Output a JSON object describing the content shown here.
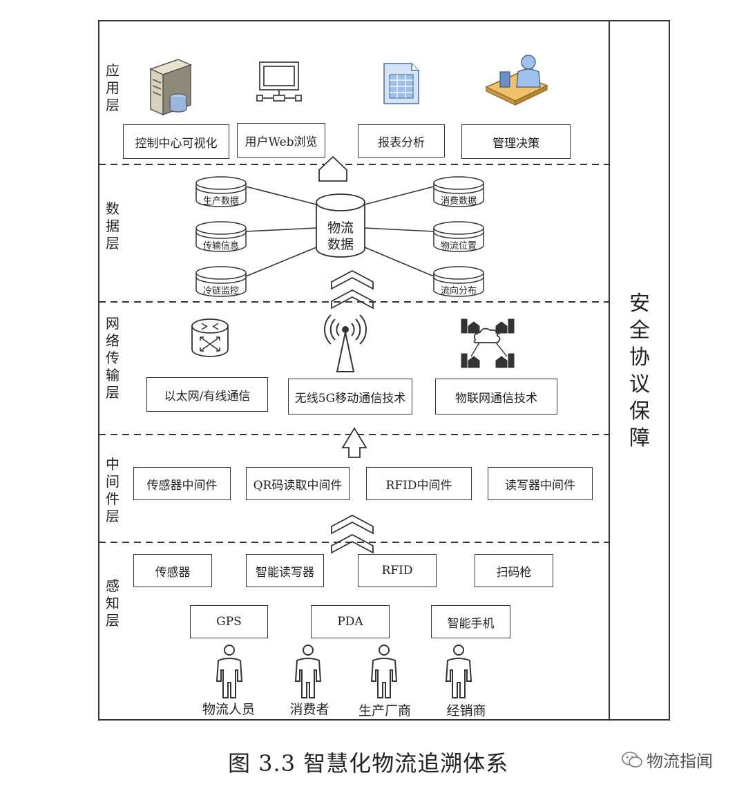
{
  "layers": {
    "application": "应\n用\n层",
    "data": "数\n据\n层",
    "network": "网\n络\n传\n输\n层",
    "middleware": "中\n间\n件\n层",
    "perception": "感\n知\n层"
  },
  "security": "安\n全\n协\n议\n保\n障",
  "application_boxes": [
    "控制中心可视化",
    "用户Web浏览",
    "报表分析",
    "管理决策"
  ],
  "data_center": "物流\n数据",
  "data_left": [
    "生产数据",
    "传输信息",
    "冷链监控"
  ],
  "data_right": [
    "消费数据",
    "物流位置",
    "流向分布"
  ],
  "network_boxes": [
    "以太网/有线通信",
    "无线5G移动通信技术",
    "物联网通信技术"
  ],
  "middleware_boxes": [
    "传感器中间件",
    "QR码读取中间件",
    "RFID中间件",
    "读写器中间件"
  ],
  "perception_row1": [
    "传感器",
    "智能读写器",
    "RFID",
    "扫码枪"
  ],
  "perception_row2": [
    "GPS",
    "PDA",
    "智能手机"
  ],
  "people": [
    "物流人员",
    "消费者",
    "生产厂商",
    "经销商"
  ],
  "caption": "图 3.3  智慧化物流追溯体系",
  "watermark": "物流指闻"
}
